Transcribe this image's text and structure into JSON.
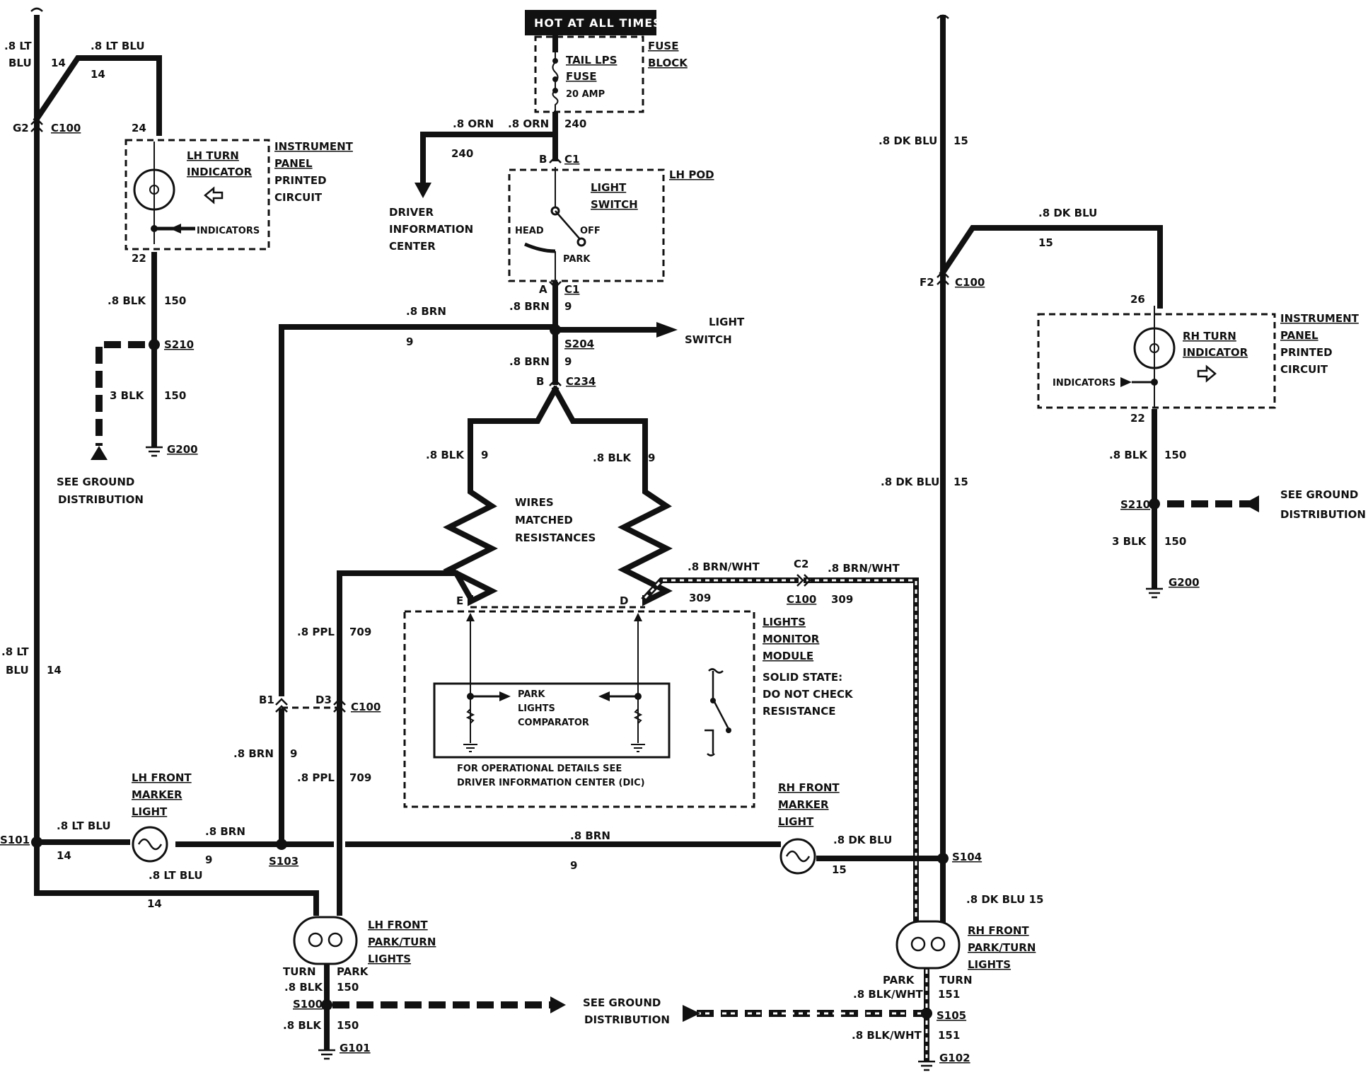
{
  "header": {
    "hot_label": "HOT AT ALL TIMES"
  },
  "fuse": {
    "name_line1": "TAIL LPS",
    "name_line2": "FUSE",
    "rating": "20 AMP",
    "block_line1": "FUSE",
    "block_line2": "BLOCK"
  },
  "wires": {
    "lt_blu_08": ".8 LT BLU",
    "lt_08": ".8 LT",
    "blu": "BLU",
    "n14": "14",
    "orn_08": ".8 ORN",
    "n240": "240",
    "dk_blu_08": ".8 DK BLU",
    "n15": "15",
    "blk_08": ".8 BLK",
    "n150": "150",
    "blk_3": "3 BLK",
    "brn_08": ".8 BRN",
    "n9": "9",
    "ppl_08": ".8 PPL",
    "n709": "709",
    "brn_wht_08": ".8 BRN/WHT",
    "n309": "309",
    "blk_wht_08": ".8 BLK/WHT",
    "n151": "151",
    "dk_blu_15": ".8 DK BLU  15"
  },
  "connectors": {
    "g2": "G2",
    "c100": "C100",
    "f2": "F2",
    "c1": "C1",
    "b": "B",
    "a": "A",
    "c234": "C234",
    "b1": "B1",
    "d3": "D3",
    "c2": "C2",
    "e": "E",
    "d": "D",
    "pin24": "24",
    "pin22": "22",
    "pin26": "26"
  },
  "splices": {
    "s210": "S210",
    "s204": "S204",
    "s101": "S101",
    "s103": "S103",
    "s104": "S104",
    "s100": "S100",
    "s105": "S105"
  },
  "grounds": {
    "g200": "G200",
    "g101": "G101",
    "g102": "G102"
  },
  "labels": {
    "instrument": "INSTRUMENT",
    "panel": "PANEL",
    "printed": "PRINTED",
    "circuit": "CIRCUIT",
    "lh_turn": "LH TURN",
    "rh_turn": "RH TURN",
    "indicator": "INDICATOR",
    "indicators": "INDICATORS",
    "see_ground": "SEE GROUND",
    "distribution": "DISTRIBUTION",
    "driver": "DRIVER",
    "information": "INFORMATION",
    "center": "CENTER",
    "lh_pod": "LH POD",
    "light": "LIGHT",
    "switch": "SWITCH",
    "head": "HEAD",
    "off": "OFF",
    "park": "PARK",
    "turn": "TURN",
    "wires": "WIRES",
    "matched": "MATCHED",
    "resistances": "RESISTANCES",
    "lights": "LIGHTS",
    "monitor": "MONITOR",
    "module": "MODULE",
    "solid_state": "SOLID STATE:",
    "do_not_check": "DO NOT CHECK",
    "resistance": "RESISTANCE",
    "comparator": "COMPARATOR",
    "for_details": "FOR OPERATIONAL DETAILS SEE",
    "dic": "DRIVER INFORMATION CENTER (DIC)",
    "lh_front": "LH FRONT",
    "rh_front": "RH FRONT",
    "marker": "MARKER",
    "park_turn": "PARK/TURN"
  }
}
